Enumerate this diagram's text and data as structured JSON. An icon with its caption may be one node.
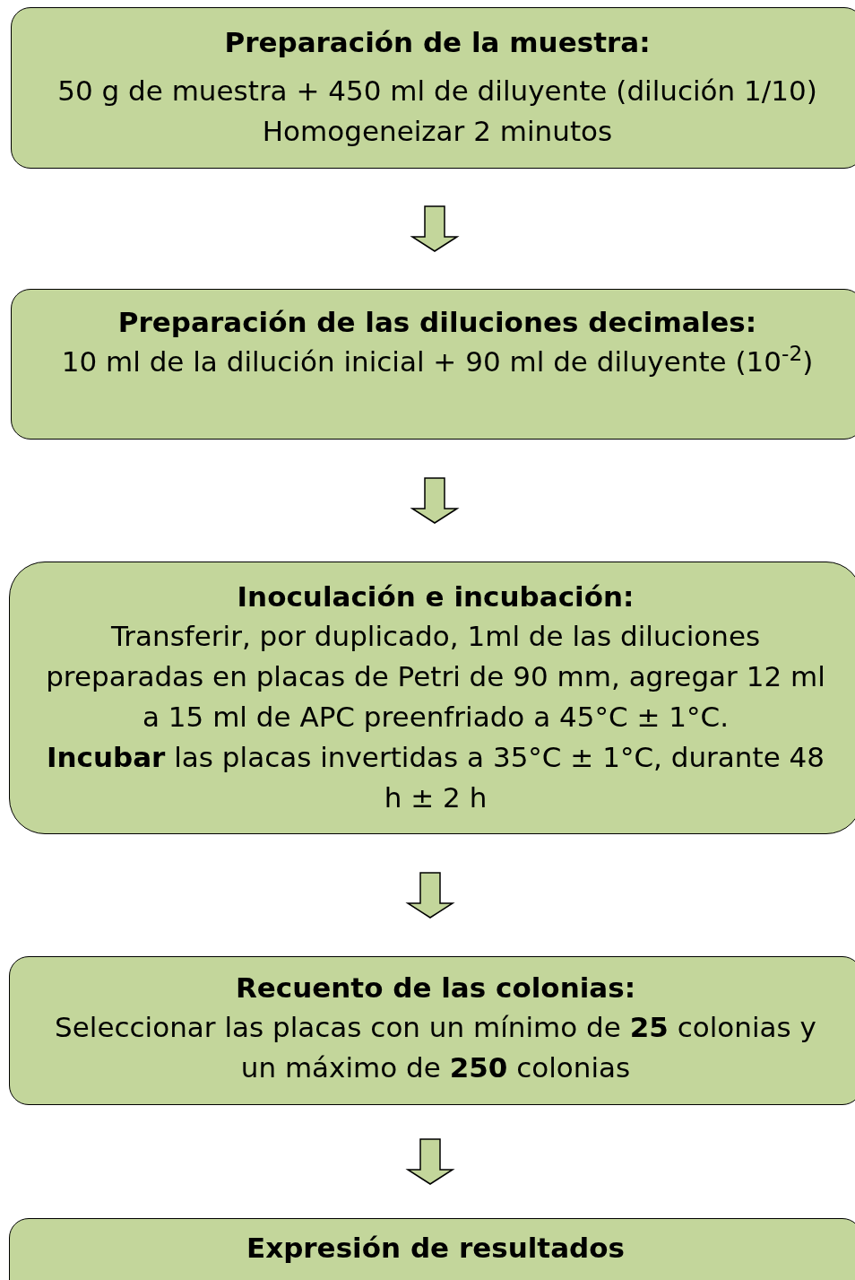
{
  "diagram": {
    "nodes": [
      {
        "text": [
          "Preparación de la muestra:",
          "50 g de muestra + 450 ml de diluyente (dilución 1/10)",
          "Homogeneizar 2 minutos"
        ]
      },
      {
        "text": [
          "Preparación de las diluciones decimales:",
          "10 ml de la dilución inicial + 90 ml de diluyente (10$^{-2}$)"
        ]
      },
      {
        "text": [
          "Inoculación e incubación:",
          "Transferir, por duplicado, 1ml de las diluciones preparadas en placas de Petri de 90 mm, agregar 12 ml a 15 ml de APC preenfriado a 45°C ± 1°C.",
          "**Incubar** las placas invertidas a 35°C ± 1°C, durante 48 h ± 2 h"
        ]
      },
      {
        "text": [
          "Recuento de las colonias:",
          "Seleccionar las placas con un mínimo de **25** colonias y un máximo de **250** colonias"
        ]
      },
      {
        "text": [
          "Expresión de resultados"
        ]
      }
    ],
    "edges": [
      {
        "from": 0,
        "to": 1,
        "arrow": "to"
      },
      {
        "from": 1,
        "to": 2,
        "arrow": "to"
      },
      {
        "from": 2,
        "to": 3,
        "arrow": "to"
      },
      {
        "from": 3,
        "to": 4,
        "arrow": "to"
      }
    ]
  }
}
